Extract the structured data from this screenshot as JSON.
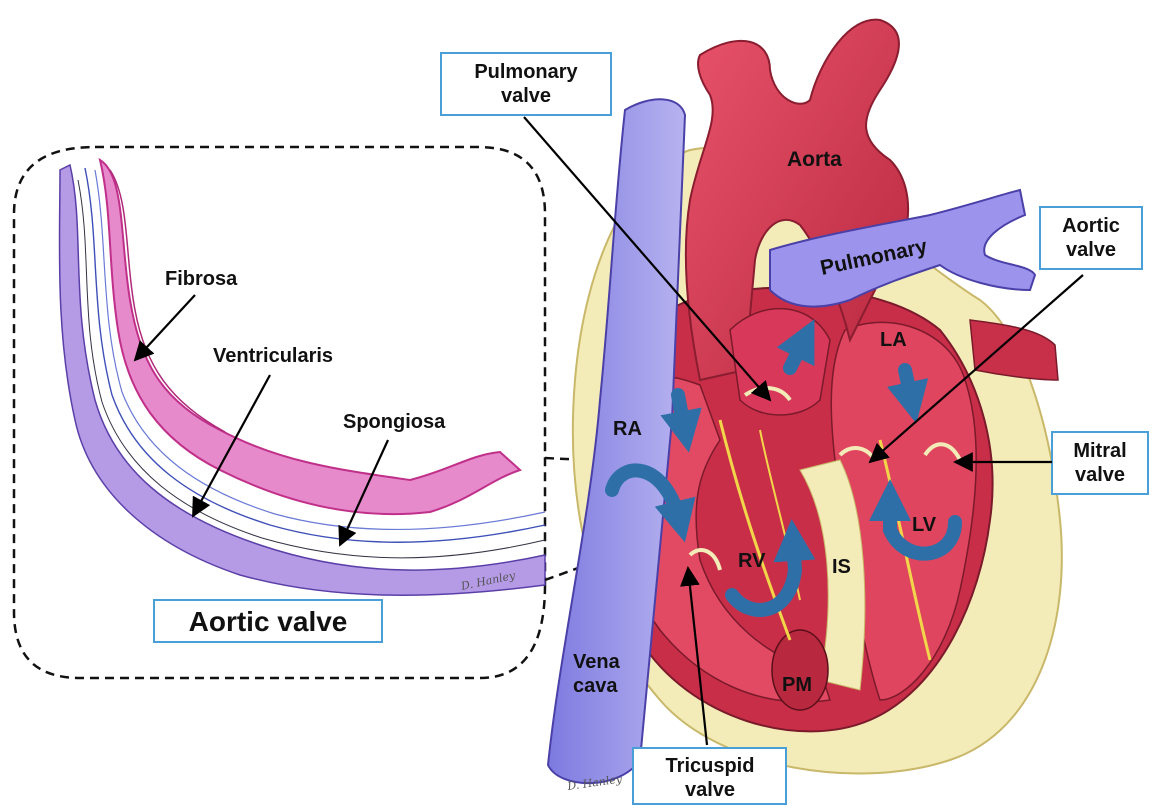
{
  "labels": {
    "pulmonary_valve_line1": "Pulmonary",
    "pulmonary_valve_line2": "valve",
    "aorta": "Aorta",
    "pulmonary": "Pulmonary",
    "aortic_valve_box_line1": "Aortic",
    "aortic_valve_box_line2": "valve",
    "fibrosa": "Fibrosa",
    "ventricularis": "Ventricularis",
    "spongiosa": "Spongiosa",
    "aortic_valve_title": "Aortic valve",
    "la": "LA",
    "ra": "RA",
    "rv": "RV",
    "lv": "LV",
    "is": "IS",
    "pm": "PM",
    "mitral_valve_line1": "Mitral",
    "mitral_valve_line2": "valve",
    "vena_cava_line1": "Vena",
    "vena_cava_line2": "cava",
    "tricuspid_valve_line1": "Tricuspid",
    "tricuspid_valve_line2": "valve"
  },
  "signatures": {
    "inset": "D. Hanley",
    "heart": "D. Hanley"
  },
  "colors": {
    "label_box_border": "#4a9fd8",
    "flow_arrows": "#2e6fa8",
    "myocardium": "#d83a52",
    "vessels_blue": "#8f86e6",
    "pericardium": "#f3ecb8"
  }
}
